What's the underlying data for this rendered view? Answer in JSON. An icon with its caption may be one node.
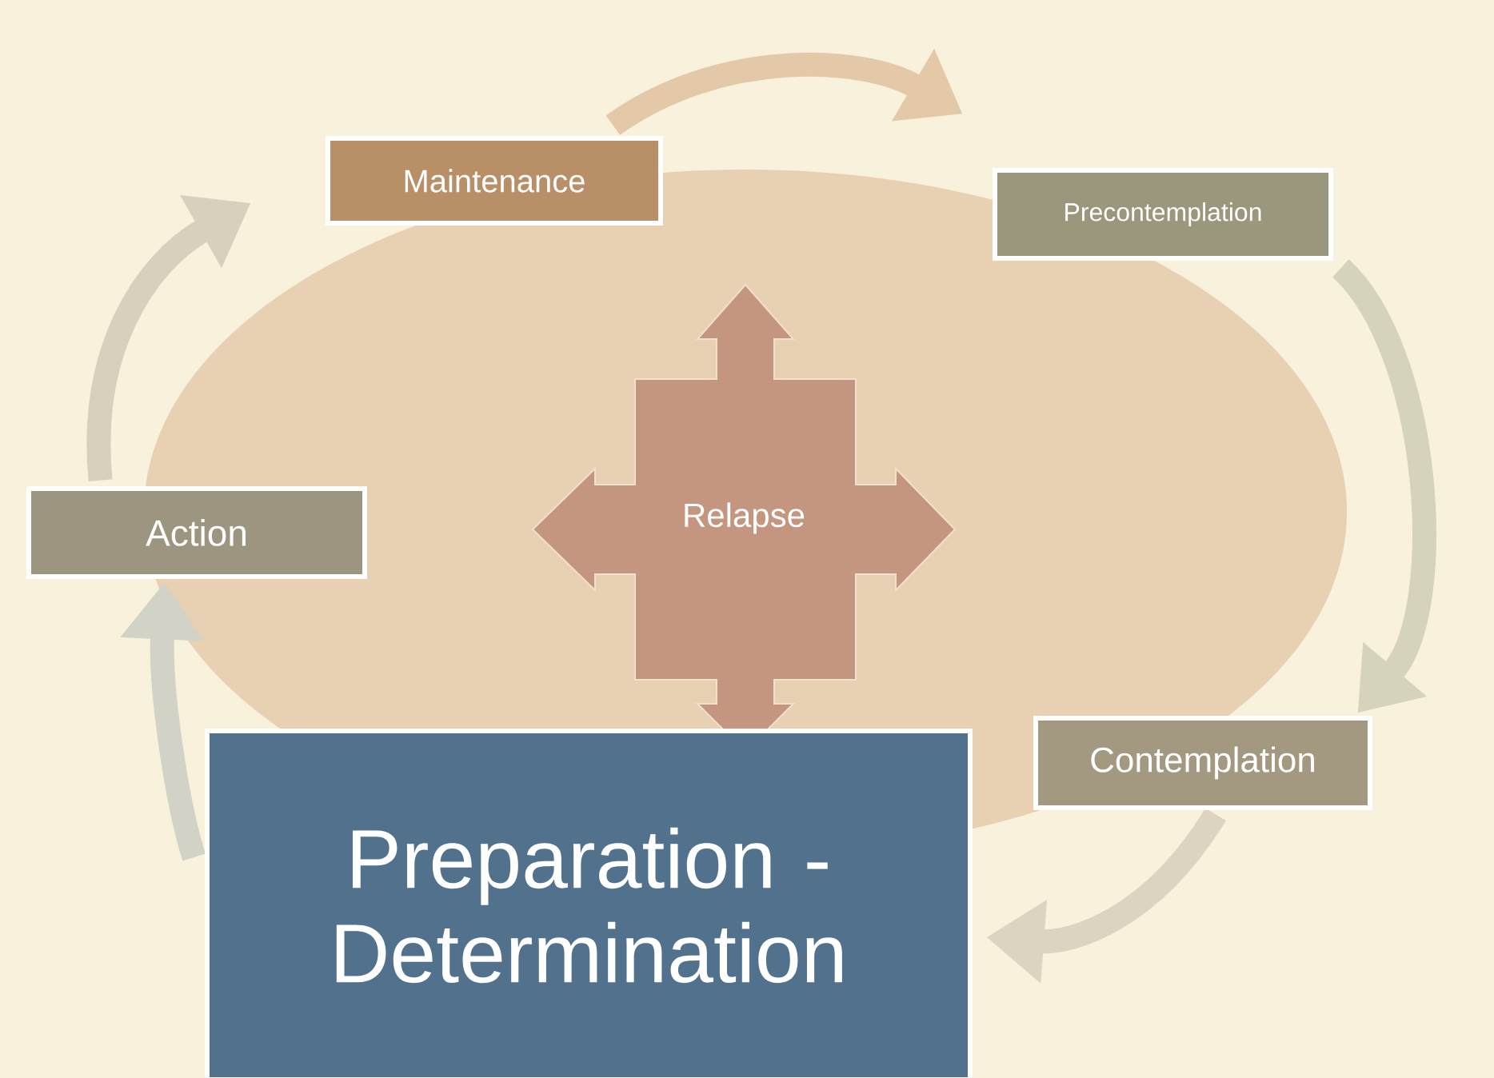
{
  "diagram": {
    "nodes": [
      {
        "text": [
          "Maintenance"
        ]
      },
      {
        "text": [
          "Precontemplation"
        ]
      },
      {
        "text": [
          "Relapse"
        ]
      },
      {
        "text": [
          "Action"
        ]
      },
      {
        "text": [
          "Contemplation"
        ]
      },
      {
        "text": [
          "Preparation - Determination"
        ]
      }
    ],
    "edges": [
      {
        "from": 0,
        "to": 1,
        "arrow": "to",
        "color": "#e3c9a8"
      },
      {
        "from": 1,
        "to": 4,
        "arrow": "to",
        "color": "#d5d3bc"
      },
      {
        "from": 4,
        "to": 5,
        "arrow": "to",
        "color": "#dcd3c0"
      },
      {
        "from": 5,
        "to": 3,
        "arrow": "to",
        "color": "#d2d3c6"
      },
      {
        "from": 3,
        "to": 0,
        "arrow": "to",
        "color": "#d8d0bd"
      }
    ]
  }
}
